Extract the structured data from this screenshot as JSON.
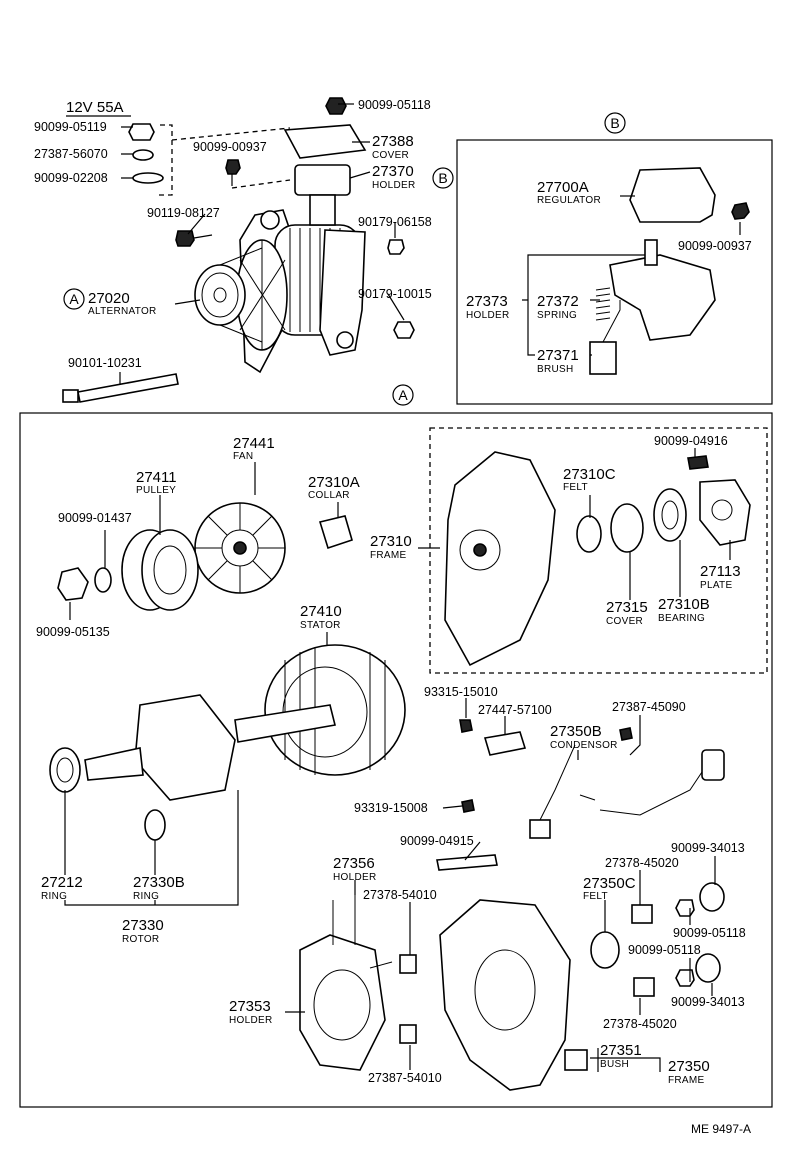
{
  "header": {
    "spec": "12V 55A"
  },
  "groups": {
    "a_marker": "A",
    "b_marker": "B"
  },
  "top_parts": [
    {
      "number": "90099-05118",
      "name": ""
    },
    {
      "number": "90099-05119",
      "name": ""
    },
    {
      "number": "27387-56070",
      "name": ""
    },
    {
      "number": "90099-02208",
      "name": ""
    },
    {
      "number": "90099-00937",
      "name": ""
    },
    {
      "number": "27388",
      "name": "COVER"
    },
    {
      "number": "27370",
      "name": "HOLDER"
    },
    {
      "number": "90119-08127",
      "name": ""
    },
    {
      "number": "90179-06158",
      "name": ""
    },
    {
      "number": "27020",
      "name": "ALTERNATOR"
    },
    {
      "number": "90179-10015",
      "name": ""
    },
    {
      "number": "90101-10231",
      "name": ""
    }
  ],
  "b_parts": [
    {
      "number": "27700A",
      "name": "REGULATOR"
    },
    {
      "number": "90099-00937",
      "name": ""
    },
    {
      "number": "27373",
      "name": "HOLDER"
    },
    {
      "number": "27372",
      "name": "SPRING"
    },
    {
      "number": "27371",
      "name": "BRUSH"
    }
  ],
  "a_parts": [
    {
      "number": "27441",
      "name": "FAN"
    },
    {
      "number": "27411",
      "name": "PULLEY"
    },
    {
      "number": "27310A",
      "name": "COLLAR"
    },
    {
      "number": "90099-01437",
      "name": ""
    },
    {
      "number": "90099-05135",
      "name": ""
    },
    {
      "number": "27410",
      "name": "STATOR"
    },
    {
      "number": "90099-04916",
      "name": ""
    },
    {
      "number": "27310C",
      "name": "FELT"
    },
    {
      "number": "27310",
      "name": "FRAME"
    },
    {
      "number": "27113",
      "name": "PLATE"
    },
    {
      "number": "27315",
      "name": "COVER"
    },
    {
      "number": "27310B",
      "name": "BEARING"
    },
    {
      "number": "93315-15010",
      "name": ""
    },
    {
      "number": "27447-57100",
      "name": ""
    },
    {
      "number": "27387-45090",
      "name": ""
    },
    {
      "number": "27350B",
      "name": "CONDENSOR"
    },
    {
      "number": "93319-15008",
      "name": ""
    },
    {
      "number": "90099-04915",
      "name": ""
    },
    {
      "number": "27212",
      "name": "RING"
    },
    {
      "number": "27330B",
      "name": "RING"
    },
    {
      "number": "27330",
      "name": "ROTOR"
    },
    {
      "number": "27356",
      "name": "HOLDER"
    },
    {
      "number": "27378-54010",
      "name": ""
    },
    {
      "number": "27378-45020",
      "name": ""
    },
    {
      "number": "90099-34013",
      "name": ""
    },
    {
      "number": "27350C",
      "name": "FELT"
    },
    {
      "number": "90099-05118",
      "name": ""
    },
    {
      "number": "90099-05118",
      "name": ""
    },
    {
      "number": "90099-34013",
      "name": ""
    },
    {
      "number": "27378-45020",
      "name": ""
    },
    {
      "number": "27353",
      "name": "HOLDER"
    },
    {
      "number": "27351",
      "name": "BUSH"
    },
    {
      "number": "27350",
      "name": "FRAME"
    },
    {
      "number": "27387-54010",
      "name": ""
    }
  ],
  "footer": {
    "code": "ME  9497-A"
  }
}
